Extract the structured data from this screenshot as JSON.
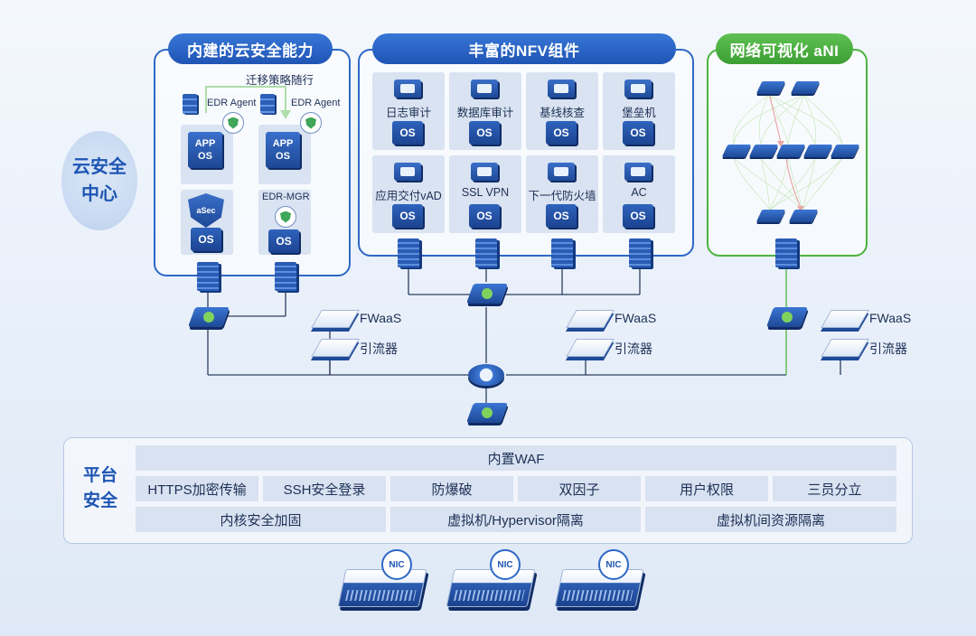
{
  "center": {
    "line1": "云安全",
    "line2": "中心"
  },
  "groups": {
    "builtin": {
      "title": "内建的云安全能力",
      "migrate_label": "迁移策略随行",
      "agent1": "EDR Agent",
      "agent2": "EDR Agent",
      "mgr": "EDR-MGR",
      "app_text": "APP",
      "os_text": "OS",
      "shield_text": "aSec"
    },
    "nfv": {
      "title": "丰富的NFV组件",
      "components": [
        {
          "label": "日志审计",
          "os": "OS"
        },
        {
          "label": "数据库审计",
          "os": "OS"
        },
        {
          "label": "基线核查",
          "os": "OS"
        },
        {
          "label": "堡垒机",
          "os": "OS"
        },
        {
          "label": "应用交付vAD",
          "os": "OS"
        },
        {
          "label": "SSL VPN",
          "os": "OS"
        },
        {
          "label": "下一代防火墙",
          "os": "OS"
        },
        {
          "label": "AC",
          "os": "OS"
        }
      ]
    },
    "ani": {
      "title": "网络可视化 aNI"
    }
  },
  "services": [
    {
      "fwaas": "FWaaS",
      "diverter": "引流器"
    },
    {
      "fwaas": "FWaaS",
      "diverter": "引流器"
    },
    {
      "fwaas": "FWaaS",
      "diverter": "引流器"
    }
  ],
  "platform": {
    "title1": "平台",
    "title2": "安全",
    "row1": [
      "内置WAF"
    ],
    "row2": [
      "HTTPS加密传输",
      "SSH安全登录",
      "防爆破",
      "双因子",
      "用户权限",
      "三员分立"
    ],
    "row3": [
      "内核安全加固",
      "虚拟机/Hypervisor隔离",
      "虚拟机间资源隔离"
    ]
  },
  "servers": [
    {
      "nic": "NIC"
    },
    {
      "nic": "NIC"
    },
    {
      "nic": "NIC"
    }
  ],
  "colors": {
    "primary": "#2e68c6",
    "green": "#4cb340",
    "accent_red": "#d63c3c"
  }
}
